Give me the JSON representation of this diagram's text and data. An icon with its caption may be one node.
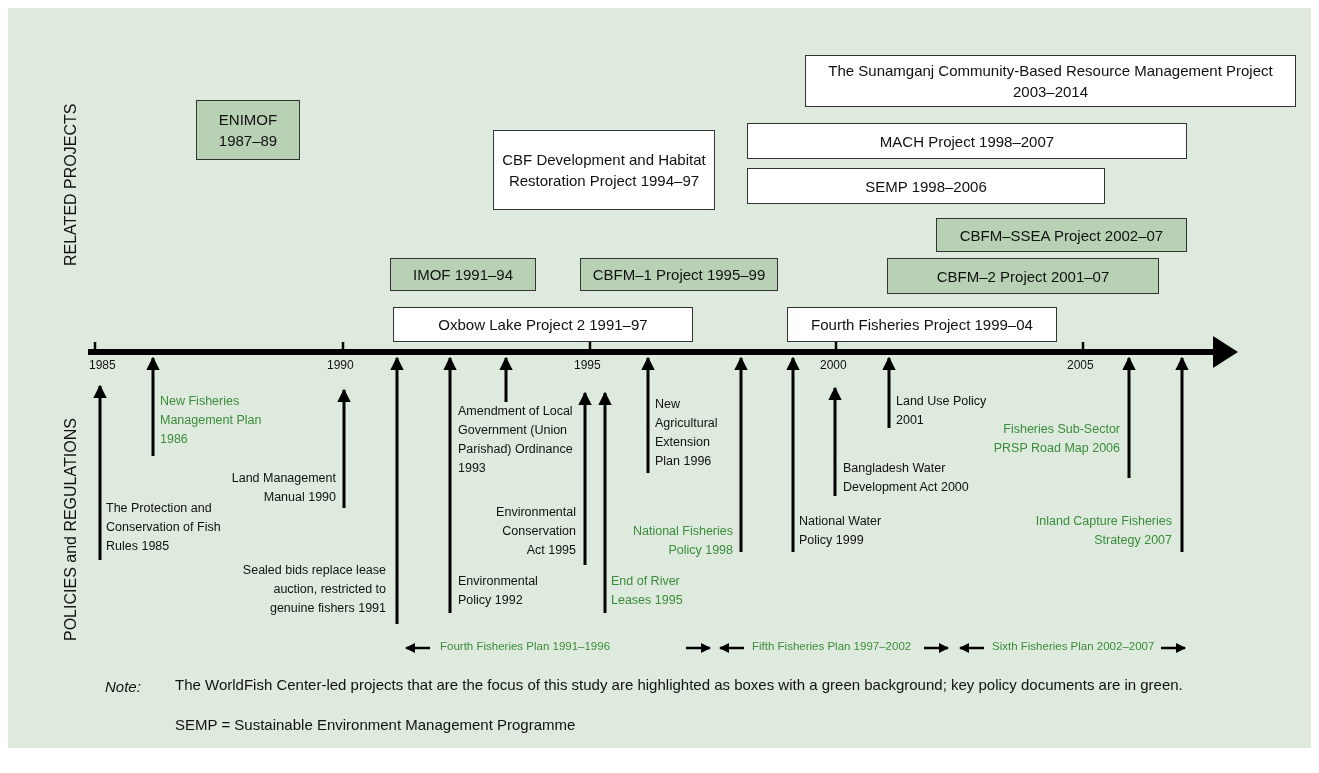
{
  "diagram": {
    "nodes": [
      {
        "text": [
          "ENIMOF 1987–89"
        ]
      },
      {
        "text": [
          "IMOF 1991–94"
        ]
      },
      {
        "text": [
          "CBF Development and Habitat Restoration Project 1994–97"
        ]
      },
      {
        "text": [
          "CBFM–1 Project 1995–99"
        ]
      },
      {
        "text": [
          "Oxbow Lake Project 2 1991–97"
        ]
      },
      {
        "text": [
          "The Sunamganj Community-Based Resource Management Project 2003–2014"
        ]
      },
      {
        "text": [
          "MACH Project 1998–2007"
        ]
      },
      {
        "text": [
          "SEMP 1998–2006"
        ]
      },
      {
        "text": [
          "CBFM–SSEA Project 2002–07"
        ]
      },
      {
        "text": [
          "CBFM–2 Project 2001–07"
        ]
      },
      {
        "text": [
          "Fourth Fisheries Project 1999–04"
        ]
      },
      {
        "text": [
          "The Protection and Conservation of Fish Rules 1985"
        ]
      },
      {
        "text": [
          "New Fisheries Management Plan 1986"
        ]
      },
      {
        "text": [
          "Land Management Manual 1990"
        ]
      },
      {
        "text": [
          "Sealed bids replace lease auction, restricted to genuine fishers 1991"
        ]
      },
      {
        "text": [
          "Environmental Policy 1992"
        ]
      },
      {
        "text": [
          "Amendment of Local Government (Union Parishad) Ordinance 1993"
        ]
      },
      {
        "text": [
          "Environmental Conservation Act 1995"
        ]
      },
      {
        "text": [
          "End of River Leases 1995"
        ]
      },
      {
        "text": [
          "New Agricultural Extension Plan 1996"
        ]
      },
      {
        "text": [
          "National Fisheries Policy 1998"
        ]
      },
      {
        "text": [
          "National Water Policy 1999"
        ]
      },
      {
        "text": [
          "Bangladesh Water Development Act 2000"
        ]
      },
      {
        "text": [
          "Land Use Policy 2001"
        ]
      },
      {
        "text": [
          "Fisheries Sub-Sector PRSP Road Map 2006"
        ]
      },
      {
        "text": [
          "Inland Capture Fisheries Strategy 2007"
        ]
      },
      {
        "text": [],
        "shape": "bar"
      }
    ],
    "edges": [
      {
        "from": 11,
        "to": 26,
        "arrow": "to"
      },
      {
        "from": 12,
        "to": 26,
        "arrow": "to"
      },
      {
        "from": 13,
        "to": 26,
        "arrow": "to"
      },
      {
        "from": 14,
        "to": 26,
        "arrow": "to"
      },
      {
        "from": 15,
        "to": 26,
        "arrow": "to"
      },
      {
        "from": 16,
        "to": 26,
        "arrow": "to"
      },
      {
        "from": 17,
        "to": 26,
        "arrow": "to"
      },
      {
        "from": 18,
        "to": 26,
        "arrow": "to"
      },
      {
        "from": 19,
        "to": 26,
        "arrow": "to"
      },
      {
        "from": 20,
        "to": 26,
        "arrow": "to"
      },
      {
        "from": 21,
        "to": 26,
        "arrow": "to"
      },
      {
        "from": 22,
        "to": 26,
        "arrow": "to"
      },
      {
        "from": 23,
        "to": 26,
        "arrow": "to"
      },
      {
        "from": 24,
        "to": 26,
        "arrow": "to"
      },
      {
        "from": 25,
        "to": 26,
        "arrow": "to"
      }
    ],
    "labels": [
      "RELATED PROJECTS",
      "POLICIES and REGULATIONS",
      "1985",
      "1990",
      "1995",
      "2000",
      "2005",
      "Fourth Fisheries Plan 1991–1996",
      "Fifth Fisheries Plan 1997–2002",
      "Sixth Fisheries Plan 2002–2007",
      "Note:",
      "The WorldFish Center-led projects that are the focus of this study are highlighted as boxes with a green background; key policy documents are in green.",
      "SEMP = Sustainable Environment Management Programme"
    ]
  }
}
